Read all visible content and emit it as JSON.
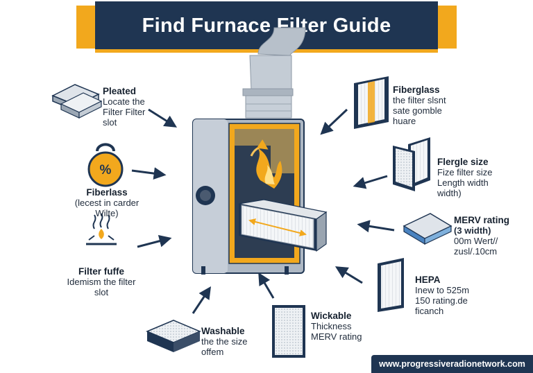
{
  "header": {
    "title": "Find Furnace Filter Guide"
  },
  "labels": {
    "pleated": {
      "title": "Pleated",
      "lines": [
        "Locate the",
        "Filter Filter",
        "slot"
      ]
    },
    "fiberlass": {
      "title": "Fiberlass",
      "lines": [
        "(lecest in carder",
        "Wilte)"
      ]
    },
    "filter_fuffe": {
      "title": "Filter fuffe",
      "lines": [
        "Idemism the filter",
        "slot"
      ]
    },
    "washable": {
      "title": "Washable",
      "lines": [
        "the the size",
        "offem"
      ]
    },
    "wickable": {
      "title": "Wickable",
      "lines": [
        "Thickness",
        "MERV rating"
      ]
    },
    "fiberglass": {
      "title": "Fiberglass",
      "lines": [
        "the filter slsnt",
        "sate gomble",
        "huare"
      ]
    },
    "flergle_size": {
      "title": "Flergle size",
      "lines": [
        "Fize filter size",
        "Length width",
        "width)"
      ]
    },
    "merv_rating": {
      "title": "MERV rating",
      "lines": [
        "(3 width)",
        "00m Wert//",
        "zusl/.10cm"
      ]
    },
    "hepa": {
      "title": "HEPA",
      "lines": [
        "Inew to 525m",
        "150 rating.de",
        "ficanch"
      ]
    }
  },
  "badges": {
    "percent_symbol": "%"
  },
  "footer": {
    "website": "www.progressiveradionetwork.com"
  },
  "colors": {
    "navy": "#1f3552",
    "accent": "#f2a81d",
    "steel": "#aeb8c4",
    "text": "#1e2a3a"
  },
  "icons": [
    "pleated-filter-icon",
    "percent-weight-icon",
    "flame-heat-icon",
    "washable-filter-icon",
    "wickable-filter-icon",
    "fiberglass-filter-icon",
    "size-filter-icon",
    "merv-filter-icon",
    "hepa-filter-icon",
    "furnace-icon",
    "duct-icon"
  ]
}
